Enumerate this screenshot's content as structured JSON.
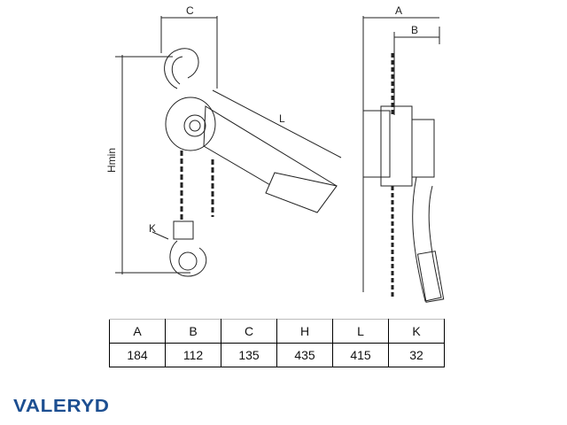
{
  "drawing": {
    "labels": {
      "c": "C",
      "hmin": "Hmin",
      "l": "L",
      "k": "K",
      "a": "A",
      "b": "B"
    }
  },
  "table": {
    "headers": [
      "A",
      "B",
      "C",
      "H",
      "L",
      "K"
    ],
    "values": [
      "184",
      "112",
      "135",
      "435",
      "415",
      "32"
    ]
  },
  "logo": {
    "text": "VALERYD",
    "color": "#1d4f91"
  }
}
